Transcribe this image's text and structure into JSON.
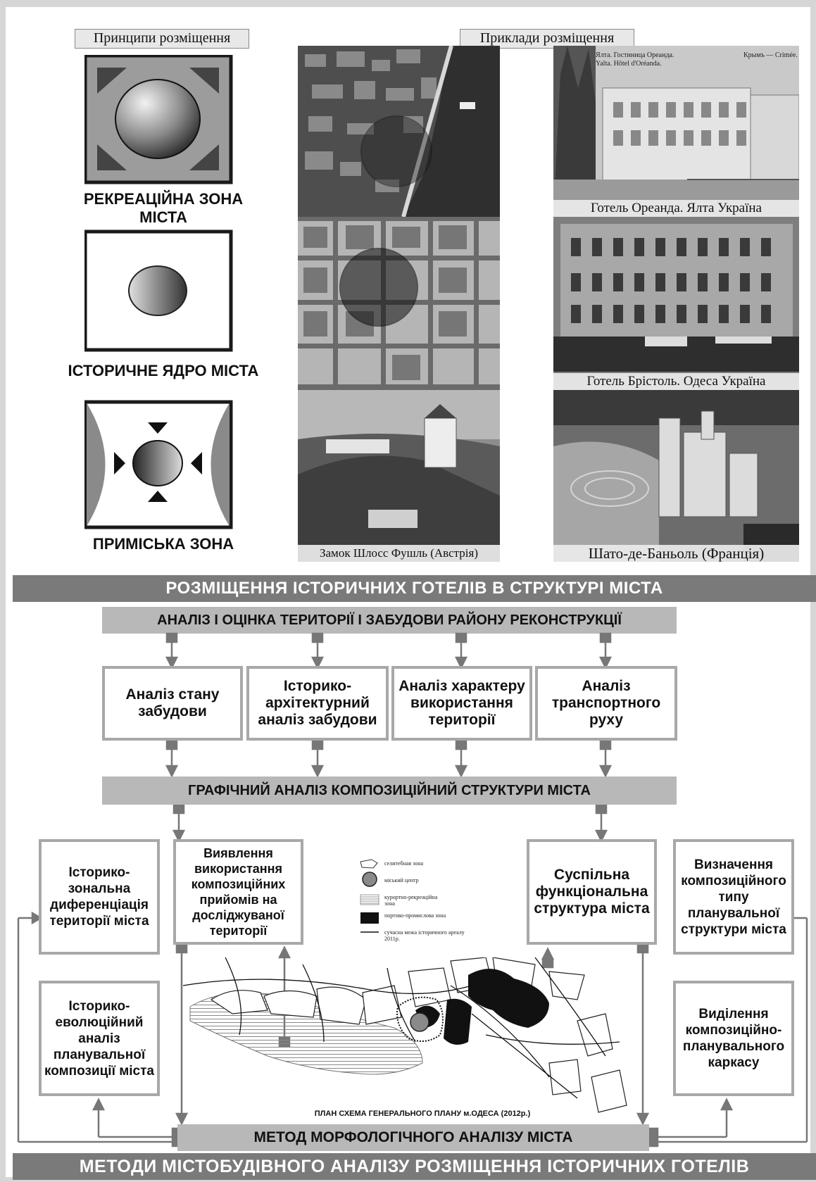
{
  "headers": {
    "principles": "Принципи розміщення",
    "examples": "Приклади розміщення"
  },
  "zones": [
    "РЕКРЕАЦІЙНА ЗОНА МІСТА",
    "ІСТОРИЧНЕ ЯДРО МІСТА",
    "ПРИМІСЬКА ЗОНА"
  ],
  "photo_captions": {
    "oreanda": "Готель Ореанда. Ялта Україна",
    "bristol": "Готель Брістоль. Одеса Україна",
    "fuschl": "Замок Шлосс Фушль (Австрія)",
    "bagnols": "Шато-де-Баньоль (Франція)",
    "postcard_left": "Ялта. Гостиница Ореанда.",
    "postcard_left2": "Yalta. Hôtel d'Oréanda.",
    "postcard_right": "Крымъ — Crimée."
  },
  "section1_title": "РОЗМІЩЕННЯ ІСТОРИЧНИХ ГОТЕЛІВ В СТРУКТУРІ МІСТА",
  "analysis_bar": "АНАЛІЗ І ОЦІНКА ТЕРИТОРІЇ І ЗАБУДОВИ РАЙОНУ РЕКОНСТРУКЦІЇ",
  "analysis_boxes": [
    "Аналіз стану забудови",
    "Історико-архітектурний аналіз забудови",
    "Аналіз характеру використання території",
    "Аналіз транспортного руху"
  ],
  "graphic_bar": "ГРАФІЧНИЙ АНАЛІЗ КОМПОЗИЦІЙНИЙ СТРУКТУРИ МІСТА",
  "left_boxes": [
    "Історико-зональна диференціація території міста",
    "Історико-еволюційний аналіз планувальної композиції міста"
  ],
  "reveal_box": "Виявлення використання композиційних прийомів на досліджуваної території",
  "social_box": "Суспільна функціональна структура міста",
  "right_boxes": [
    "Визначення композиційного типу планувальної структури міста",
    "Виділення композиційно-планувального каркасу"
  ],
  "legend": [
    "селитебная зона",
    "міський центр",
    "курортно-рекреаційна зона",
    "портово-промислова зона",
    "сучасна межа історичного ареалу 2011р."
  ],
  "map_caption": "ПЛАН СХЕМА ГЕНЕРАЛЬНОГО ПЛАНУ м.ОДЕСА (2012р.)",
  "method_bar": "МЕТОД МОРФОЛОГІЧНОГО АНАЛІЗУ МІСТА",
  "bottom_title": "МЕТОДИ МІСТОБУДІВНОГО АНАЛІЗУ РОЗМІЩЕННЯ ІСТОРИЧНИХ ГОТЕЛІВ"
}
